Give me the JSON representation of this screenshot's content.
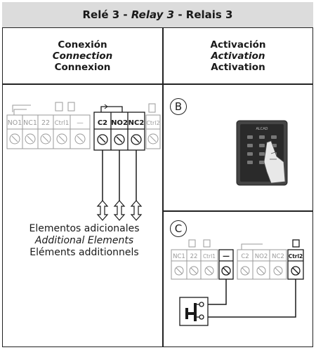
{
  "title": {
    "part1": "Relé 3 - ",
    "part2": "Relay 3",
    "part3": " - Relais 3"
  },
  "columns": {
    "connection": {
      "es": "Conexión",
      "en": "Connection",
      "fr": "Connexion"
    },
    "activation": {
      "es": "Activación",
      "en": "Activation",
      "fr": "Activation"
    }
  },
  "terminals_left": {
    "faded": [
      "NO1",
      "NC1",
      "22",
      "Ctrl1",
      "—"
    ],
    "active": [
      "C2",
      "NO2",
      "NC2"
    ],
    "faded_tail": [
      "Ctrl2"
    ]
  },
  "additional_elements": {
    "es": "Elementos adicionales",
    "en": "Additional Elements",
    "fr": "Eléments additionnels"
  },
  "panel_b": {
    "label": "B",
    "keypad_brand": "ALCAD"
  },
  "panel_c": {
    "label": "C",
    "terminals_faded": [
      "NC1",
      "22",
      "Ctrl1"
    ],
    "terminal_minus": "—",
    "terminals_mid": [
      "C2",
      "NO2",
      "NC2"
    ],
    "terminal_ctrl2": "Ctrl2"
  },
  "colors": {
    "title_bg": "#dcdcdc",
    "line": "#222222",
    "faded": "#9a9a9a",
    "keypad_body": "#3a3a3a"
  }
}
